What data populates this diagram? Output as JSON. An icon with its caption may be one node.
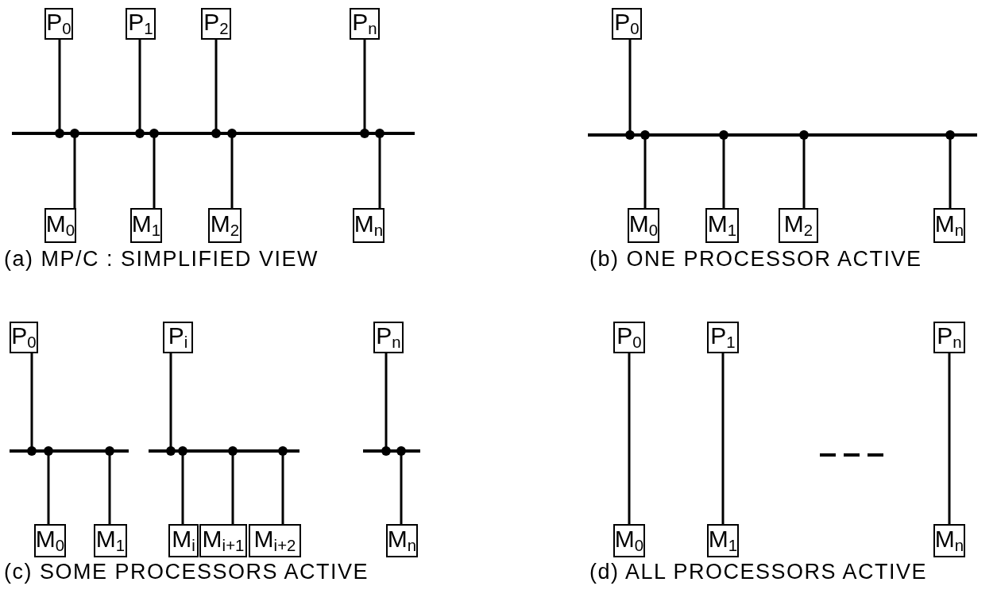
{
  "diagram": {
    "nodes": [
      {
        "text": [
          "P$_{0}$"
        ]
      },
      {
        "text": [
          "P$_{1}$"
        ]
      },
      {
        "text": [
          "P$_{2}$"
        ]
      },
      {
        "text": [
          "P$_{n}$"
        ]
      },
      {
        "text": [],
        "shape": "bar"
      },
      {
        "text": [
          "M$_{0}$"
        ]
      },
      {
        "text": [
          "M$_{1}$"
        ]
      },
      {
        "text": [
          "M$_{2}$"
        ]
      },
      {
        "text": [
          "M$_{n}$"
        ]
      },
      {
        "text": [
          "P$_{0}$"
        ]
      },
      {
        "text": [],
        "shape": "bar"
      },
      {
        "text": [
          "M$_{0}$"
        ]
      },
      {
        "text": [
          "M$_{1}$"
        ]
      },
      {
        "text": [
          "M$_{2}$"
        ]
      },
      {
        "text": [
          "M$_{n}$"
        ]
      },
      {
        "text": [
          "P$_{0}$"
        ]
      },
      {
        "text": [
          "P$_{i}$"
        ]
      },
      {
        "text": [
          "P$_{n}$"
        ]
      },
      {
        "text": [],
        "shape": "bar"
      },
      {
        "text": [],
        "shape": "bar"
      },
      {
        "text": [],
        "shape": "bar"
      },
      {
        "text": [
          "M$_{0}$"
        ]
      },
      {
        "text": [
          "M$_{1}$"
        ]
      },
      {
        "text": [
          "M$_{i}$"
        ]
      },
      {
        "text": [
          "M$_{i+1}$"
        ]
      },
      {
        "text": [
          "M$_{i+2}$"
        ]
      },
      {
        "text": [
          "M$_{n}$"
        ]
      },
      {
        "text": [
          "P$_{0}$"
        ]
      },
      {
        "text": [
          "P$_{1}$"
        ]
      },
      {
        "text": [
          "P$_{n}$"
        ]
      },
      {
        "text": [
          "M$_{0}$"
        ]
      },
      {
        "text": [
          "M$_{1}$"
        ]
      },
      {
        "text": [
          "M$_{n}$"
        ]
      }
    ],
    "edges": [
      {
        "from": 0,
        "to": 4,
        "arrow": "other"
      },
      {
        "from": 1,
        "to": 4,
        "arrow": "other"
      },
      {
        "from": 2,
        "to": 4,
        "arrow": "other"
      },
      {
        "from": 3,
        "to": 4,
        "arrow": "other"
      },
      {
        "from": 5,
        "to": 4,
        "arrow": "other"
      },
      {
        "from": 6,
        "to": 4,
        "arrow": "other"
      },
      {
        "from": 7,
        "to": 4,
        "arrow": "other"
      },
      {
        "from": 8,
        "to": 4,
        "arrow": "other"
      },
      {
        "from": 9,
        "to": 10,
        "arrow": "other"
      },
      {
        "from": 11,
        "to": 10,
        "arrow": "other"
      },
      {
        "from": 12,
        "to": 10,
        "arrow": "other"
      },
      {
        "from": 13,
        "to": 10,
        "arrow": "other"
      },
      {
        "from": 14,
        "to": 10,
        "arrow": "other"
      },
      {
        "from": 15,
        "to": 18,
        "arrow": "other"
      },
      {
        "from": 21,
        "to": 18,
        "arrow": "other"
      },
      {
        "from": 22,
        "to": 18,
        "arrow": "other"
      },
      {
        "from": 16,
        "to": 19,
        "arrow": "other"
      },
      {
        "from": 23,
        "to": 19,
        "arrow": "other"
      },
      {
        "from": 24,
        "to": 19,
        "arrow": "other"
      },
      {
        "from": 25,
        "to": 19,
        "arrow": "other"
      },
      {
        "from": 17,
        "to": 20,
        "arrow": "other"
      },
      {
        "from": 26,
        "to": 20,
        "arrow": "other"
      },
      {
        "from": 27,
        "to": 30,
        "arrow": "none"
      },
      {
        "from": 28,
        "to": 31,
        "arrow": "none"
      },
      {
        "from": 29,
        "to": 32,
        "arrow": "none"
      }
    ],
    "labels": [
      "(a) MP/C : SIMPLIFIED VIEW",
      "(b) ONE PROCESSOR ACTIVE",
      "(c) SOME PROCESSORS ACTIVE",
      "(d) ALL PROCESSORS ACTIVE"
    ]
  }
}
